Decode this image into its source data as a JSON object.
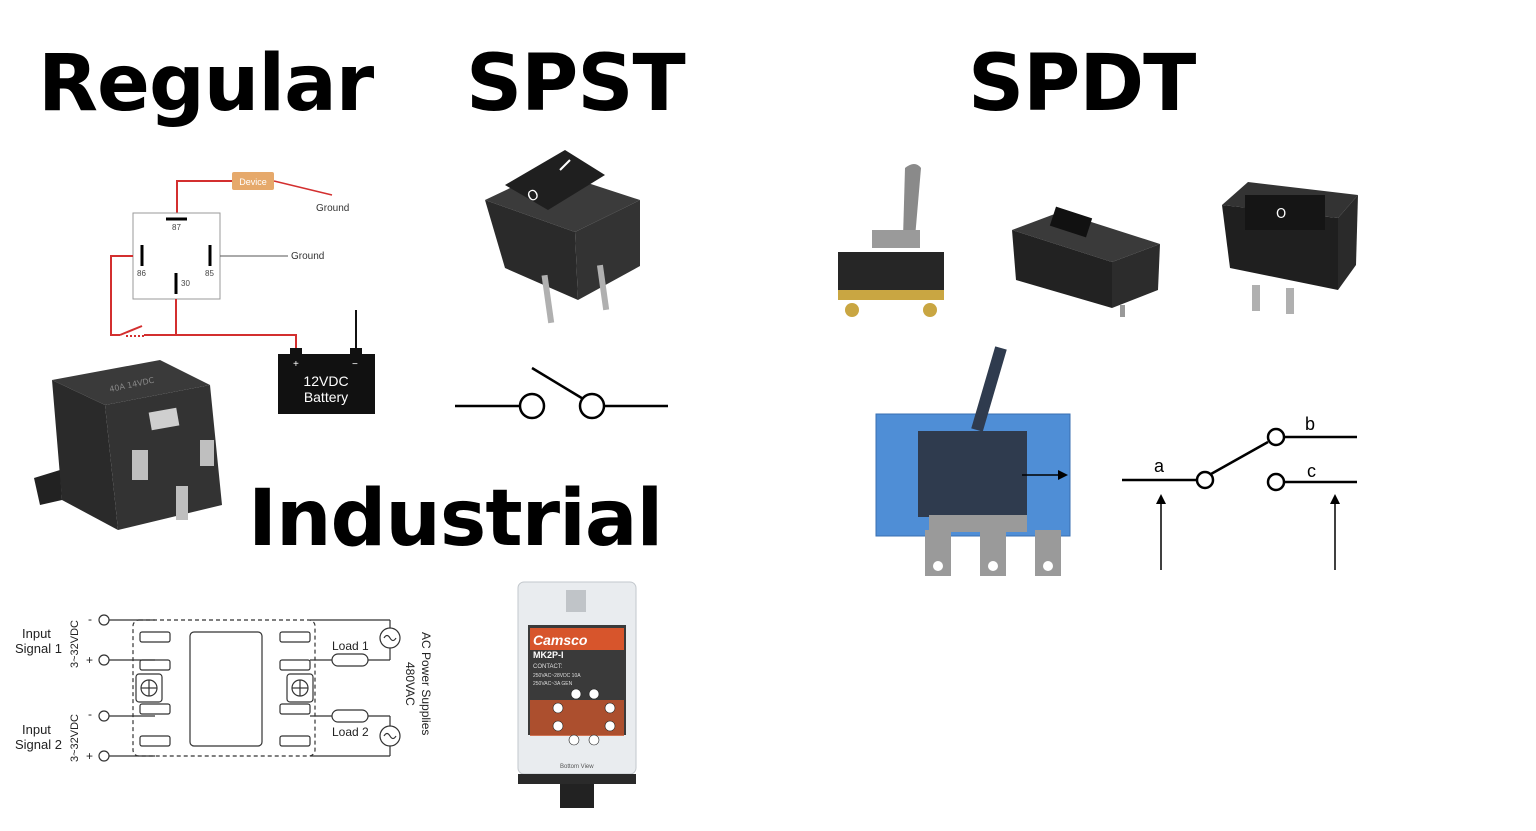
{
  "headings": {
    "regular": "Regular",
    "spst": "SPST",
    "spdt": "SPDT",
    "industrial": "Industrial"
  },
  "regular_circuit": {
    "device": "Device",
    "ground_top": "Ground",
    "ground_mid": "Ground",
    "pin_87": "87",
    "pin_86": "86",
    "pin_85": "85",
    "pin_30": "30",
    "battery_line1": "12VDC",
    "battery_line2": "Battery",
    "plus": "+",
    "minus": "−"
  },
  "spdt_diagram": {
    "label_a": "a",
    "label_b": "b",
    "label_c": "c"
  },
  "industrial_circuit": {
    "input1_line1": "Input",
    "input1_line2": "Signal 1",
    "input2_line1": "Input",
    "input2_line2": "Signal 2",
    "voltage1": "3~32VDC",
    "voltage2": "3~32VDC",
    "load1": "Load 1",
    "load2": "Load 2",
    "ac_line1": "AC Power Supplies",
    "ac_line2": "480VAC",
    "minus1": "-",
    "plus1": "+",
    "minus2": "-",
    "plus2": "+"
  },
  "industrial_relay": {
    "brand": "Camsco",
    "model": "MK2P-I",
    "contact": "CONTACT:",
    "rating1": "250VAC~28VDC 10A",
    "rating2": "250VAC~3A GEN",
    "bottom_view": "Bottom View"
  },
  "colors": {
    "wire_red": "#d32f2f",
    "device_box": "#e6a96b",
    "blue_housing": "#4f8ed6",
    "dark_housing": "#2f3b4e",
    "terminal_gray": "#9a9a9a"
  }
}
